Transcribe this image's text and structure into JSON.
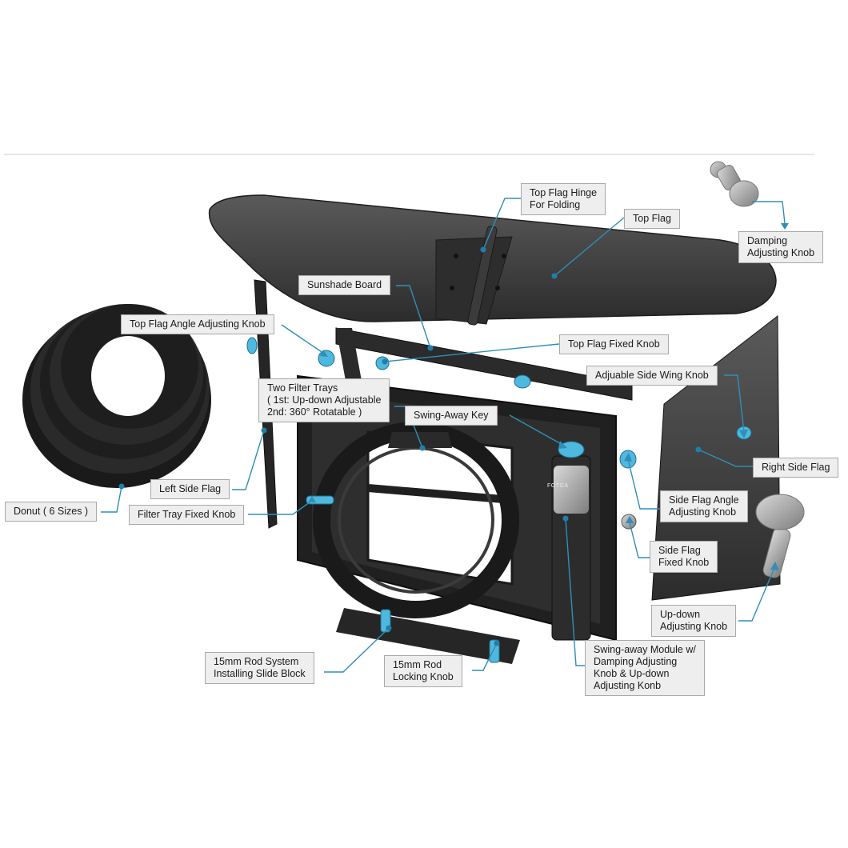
{
  "colors": {
    "callout_line": "#2f8fb8",
    "callout_dot": "#1f7fab",
    "label_bg": "#eeeeee",
    "label_border": "#a9a9a9",
    "metal_dark": "#2a2a2a",
    "accent_blue": "#4fb8de"
  },
  "labels": {
    "top_flag_hinge": [
      "Top Flag Hinge",
      "For Folding"
    ],
    "top_flag": [
      "Top Flag"
    ],
    "damping_knob": [
      "Damping",
      "Adjusting Knob"
    ],
    "sunshade_board": [
      "Sunshade Board"
    ],
    "top_flag_angle_knob": [
      "Top Flag Angle Adjusting Knob"
    ],
    "top_flag_fixed_knob": [
      "Top Flag Fixed Knob"
    ],
    "side_wing_knob": [
      "Adjuable Side Wing Knob"
    ],
    "filter_trays": [
      "Two Filter Trays",
      "( 1st: Up-down Adjustable",
      "  2nd: 360° Rotatable )"
    ],
    "swing_away_key": [
      "Swing-Away Key"
    ],
    "right_side_flag": [
      "Right Side Flag"
    ],
    "left_side_flag": [
      "Left Side Flag"
    ],
    "donut": [
      "Donut ( 6 Sizes )"
    ],
    "filter_tray_fixed_knob": [
      "Filter Tray Fixed Knob"
    ],
    "side_flag_angle_knob": [
      "Side Flag Angle",
      "Adjusting Knob"
    ],
    "side_flag_fixed_knob": [
      "Side Flag",
      "Fixed Knob"
    ],
    "updown_knob": [
      "Up-down",
      "Adjusting Knob"
    ],
    "swing_module": [
      "Swing-away Module w/",
      "Damping Adjusting",
      "Knob & Up-down",
      "Adjusting Konb"
    ],
    "rod_system": [
      "15mm Rod System",
      "Installing Slide Block"
    ],
    "rod_locking_knob": [
      "15mm Rod",
      "Locking Knob"
    ]
  },
  "product_marking": "FOTGA"
}
